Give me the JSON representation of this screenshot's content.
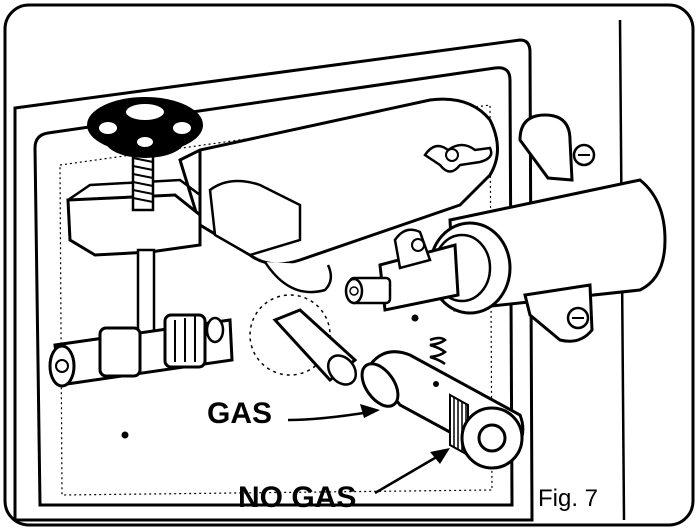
{
  "figure": {
    "callouts": {
      "gas": "GAS",
      "no_gas": "NO GAS"
    },
    "caption": "Fig. 7",
    "colors": {
      "ink": "#000000",
      "paper": "#ffffff"
    }
  }
}
